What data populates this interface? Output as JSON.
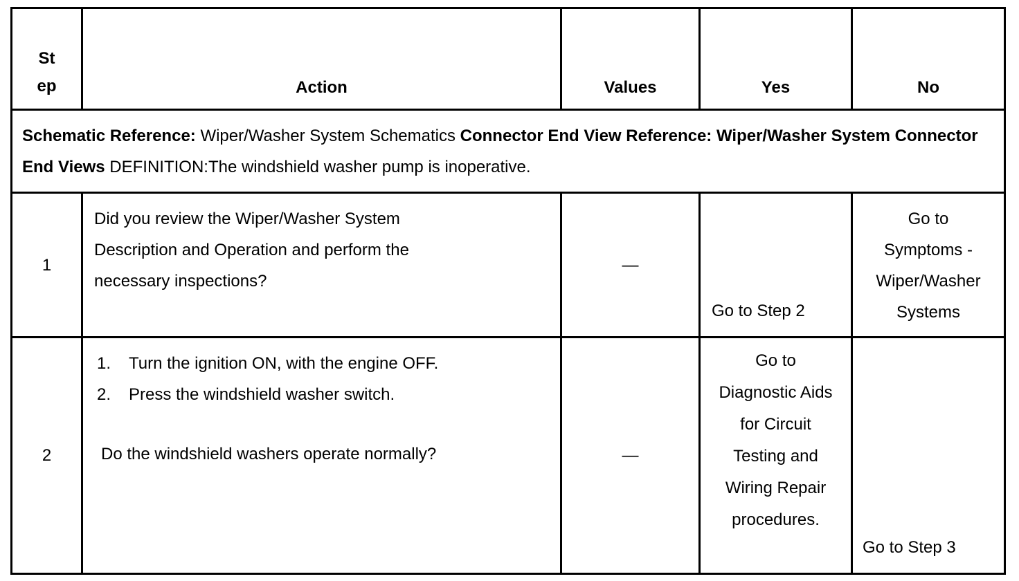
{
  "headers": {
    "step": "St ep",
    "step_l1": "St",
    "step_l2": "ep",
    "action": "Action",
    "values": "Values",
    "yes": "Yes",
    "no": "No"
  },
  "reference": {
    "schematic_label": "Schematic Reference:",
    "schematic_value": " Wiper/Washer System Schematics ",
    "connector_label": "Connector End View Reference: Wiper/Washer System Connector End Views",
    "definition": " DEFINITION:The windshield washer pump is inoperative."
  },
  "rows": [
    {
      "step": "1",
      "action": "Did you review the Wiper/Washer System Description and Operation and perform the necessary inspections?",
      "values": "—",
      "yes": "Go to Step 2",
      "no": "Go to Symptoms - Wiper/Washer Systems"
    },
    {
      "step": "2",
      "action_steps": [
        {
          "num": "1.",
          "text": "Turn the ignition ON, with the engine OFF."
        },
        {
          "num": "2.",
          "text": "Press the windshield washer switch."
        }
      ],
      "action_question": "Do the windshield washers operate normally?",
      "values": "—",
      "yes": "Go to Diagnostic Aids for Circuit Testing and Wiring Repair procedures.",
      "no": "Go to Step 3"
    }
  ]
}
